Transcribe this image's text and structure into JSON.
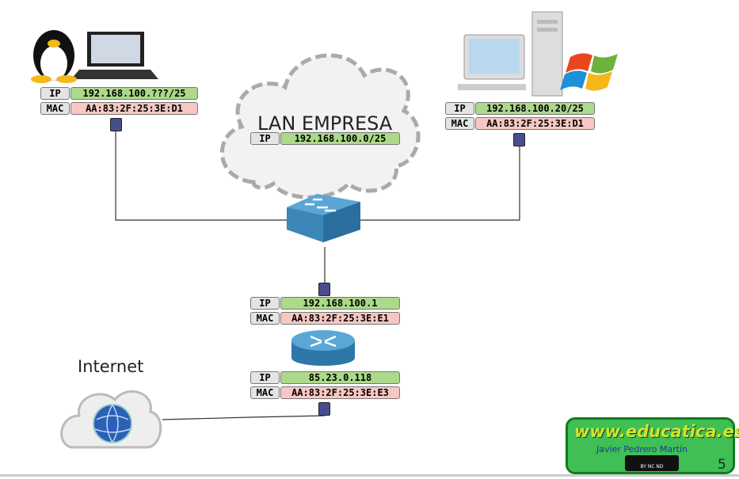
{
  "cloud": {
    "title": "LAN EMPRESA",
    "ip_label": "IP",
    "ip": "192.168.100.0/25"
  },
  "linux_laptop": {
    "ip_label": "IP",
    "ip": "192.168.100.???/25",
    "mac_label": "MAC",
    "mac": "AA:83:2F:25:3E:D1"
  },
  "windows_pc": {
    "ip_label": "IP",
    "ip": "192.168.100.20/25",
    "mac_label": "MAC",
    "mac": "AA:83:2F:25:3E:D1"
  },
  "router_lan": {
    "ip_label": "IP",
    "ip": "192.168.100.1",
    "mac_label": "MAC",
    "mac": "AA:83:2F:25:3E:E1"
  },
  "router_wan": {
    "ip_label": "IP",
    "ip": "85.23.0.118",
    "mac_label": "MAC",
    "mac": "AA:83:2F:25:3E:E3"
  },
  "internet": {
    "label": "Internet"
  },
  "logo": {
    "site": "www.educatica.es",
    "author": "Javier Pedrero Martín",
    "license": "BY NC ND"
  },
  "page_number": "5"
}
